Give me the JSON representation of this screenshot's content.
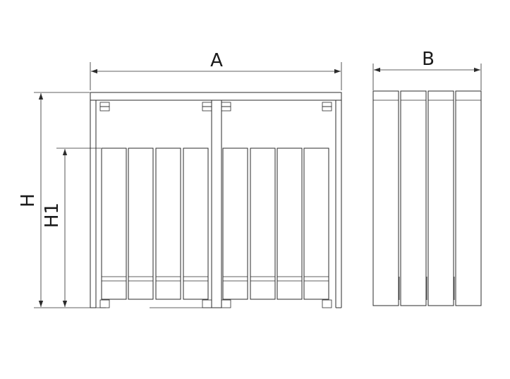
{
  "dimensions": {
    "width_label": "A",
    "depth_label": "B",
    "height_label": "H",
    "inner_height_label": "H1"
  },
  "front_view": {
    "panel_count": 8,
    "bracket_count": 4
  },
  "side_view": {
    "panel_count": 4
  },
  "colors": {
    "line": "#2b2b2b",
    "background": "#ffffff"
  }
}
